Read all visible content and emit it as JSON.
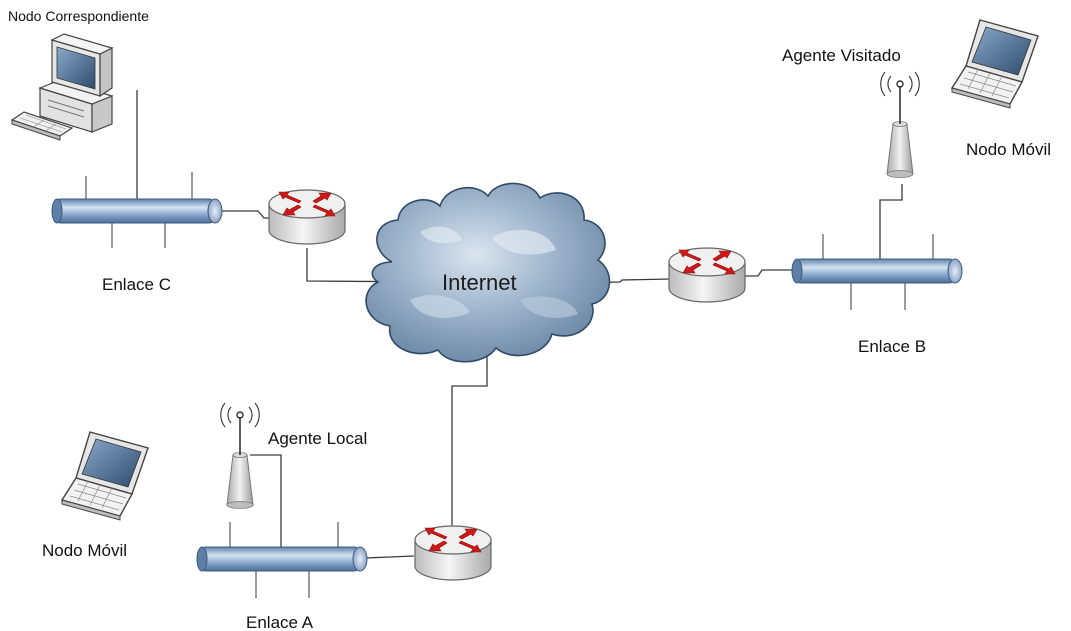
{
  "labels": {
    "correspondent_node": "Nodo Correspondiente",
    "visited_agent": "Agente Visitado",
    "mobile_node_top": "Nodo Móvil",
    "link_c": "Enlace C",
    "link_b": "Enlace B",
    "internet": "Internet",
    "local_agent": "Agente Local",
    "mobile_node_bottom": "Nodo Móvil",
    "link_a": "Enlace A"
  },
  "colors": {
    "cloud_dark": "#6f8cab",
    "cloud_light": "#d9e3ee",
    "bus_dark": "#6f8fb8",
    "bus_light": "#d4e2f2",
    "router_body": "#e4e4e4",
    "router_arrows": "#d01818",
    "wire": "#3a3a3a"
  },
  "icons": [
    "desktop-computer-icon",
    "laptop-icon",
    "router-icon",
    "wireless-access-point-icon",
    "network-bus-icon",
    "internet-cloud-icon"
  ]
}
